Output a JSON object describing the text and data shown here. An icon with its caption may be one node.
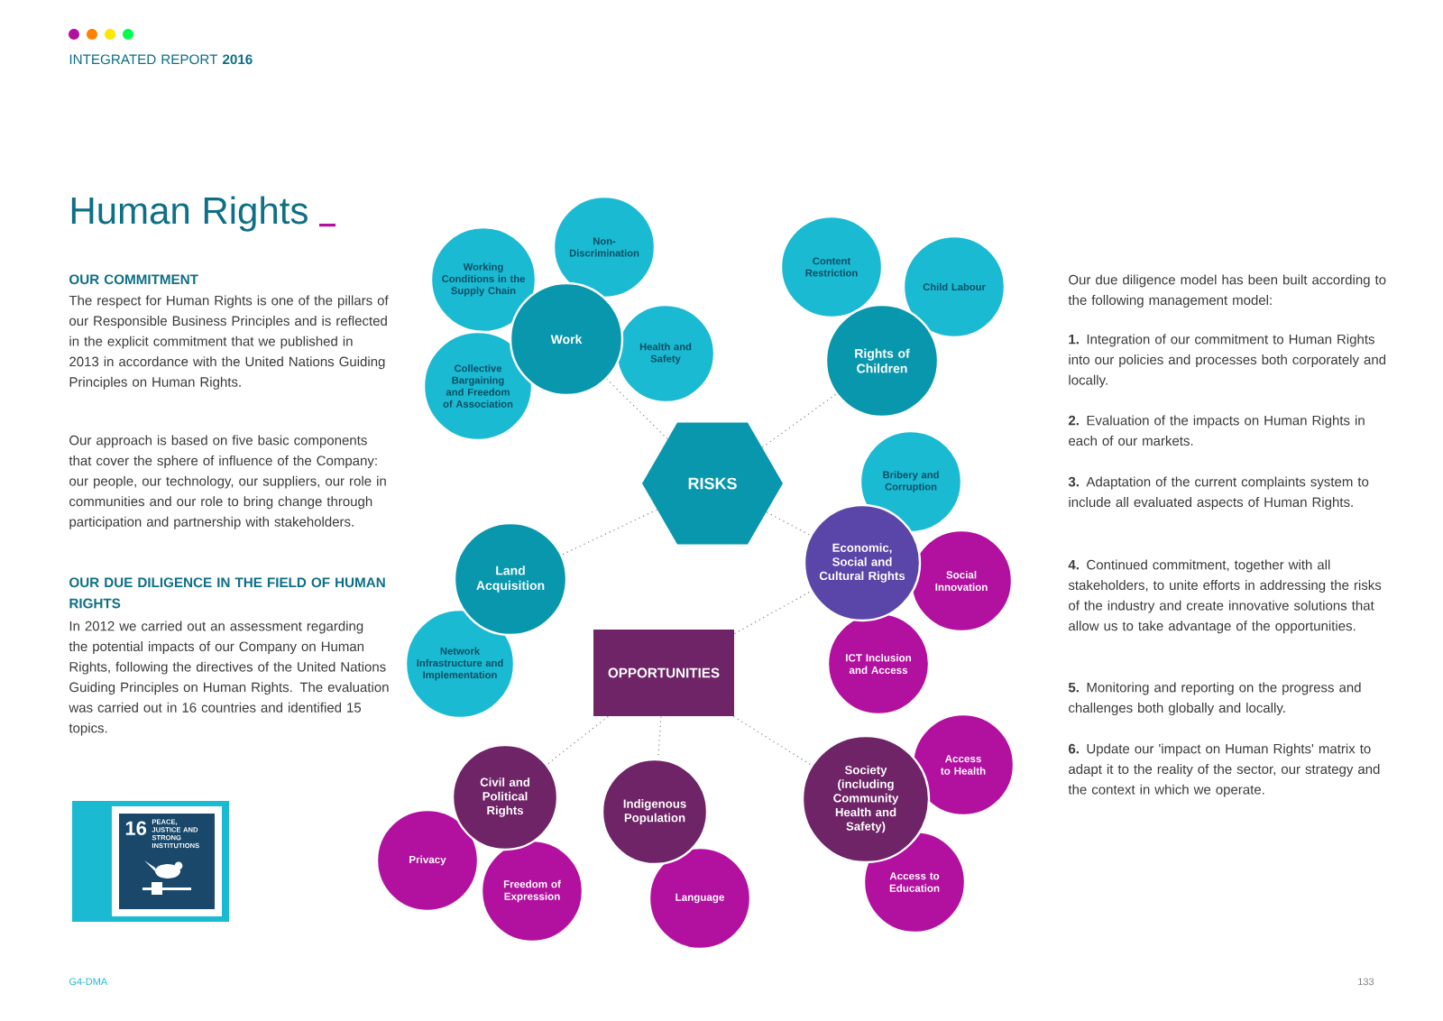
{
  "diagram": {
    "title": "Human Rights",
    "nodes": [
      {
        "text": [
          "Work"
        ]
      },
      {
        "text": [
          "Working Conditions in the Supply Chain"
        ]
      },
      {
        "text": [
          "Non-Discrimination"
        ]
      },
      {
        "text": [
          "Health and Safety"
        ]
      },
      {
        "text": [
          "Collective Bargaining and Freedom of Association"
        ]
      },
      {
        "text": [
          "Rights of Children"
        ]
      },
      {
        "text": [
          "Content Restriction"
        ]
      },
      {
        "text": [
          "Child Labour"
        ]
      },
      {
        "text": [
          "RISKS"
        ]
      },
      {
        "text": [
          "Bribery and Corruption"
        ]
      },
      {
        "text": [
          "Land Acquisition"
        ]
      },
      {
        "text": [
          "Network Infrastructure and Implementation"
        ]
      },
      {
        "text": [
          "Economic, Social and Cultural Rights"
        ]
      },
      {
        "text": [
          "Social Innovation"
        ]
      },
      {
        "text": [
          "ICT Inclusion and Access"
        ]
      },
      {
        "text": [
          "OPPORTUNITIES"
        ]
      },
      {
        "text": [
          "Civil and Political Rights"
        ]
      },
      {
        "text": [
          "Privacy"
        ]
      },
      {
        "text": [
          "Freedom of Expression"
        ]
      },
      {
        "text": [
          "Indigenous Population"
        ]
      },
      {
        "text": [
          "Language"
        ]
      },
      {
        "text": [
          "Society (including Community Health and Safety)"
        ]
      },
      {
        "text": [
          "Access to Health"
        ]
      },
      {
        "text": [
          "Access to Education"
        ]
      }
    ],
    "edges": [
      {
        "from": 8,
        "to": 0,
        "arrow": "none"
      },
      {
        "from": 8,
        "to": 5,
        "arrow": "none"
      },
      {
        "from": 8,
        "to": 10,
        "arrow": "none"
      },
      {
        "from": 8,
        "to": 12,
        "arrow": "none"
      },
      {
        "from": 15,
        "to": 12,
        "arrow": "none"
      },
      {
        "from": 15,
        "to": 16,
        "arrow": "none"
      },
      {
        "from": 15,
        "to": 19,
        "arrow": "none"
      },
      {
        "from": 15,
        "to": 21,
        "arrow": "none"
      }
    ],
    "labels": [
      "INTEGRATED REPORT **2016**",
      "OUR COMMITMENT",
      "The respect for Human Rights is one of the pillars of our Responsible Business Principles and is reflected in the explicit commitment that we published in 2013 in accordance with the United Nations Guiding Principles on Human Rights.",
      "Our approach is based on five basic components that cover the sphere of influence of the Company: our people, our technology, our suppliers, our role in communities and our role to bring change through participation and partnership with stakeholders.",
      "OUR DUE DILIGENCE IN THE FIELD OF HUMAN RIGHTS",
      "In 2012 we carried out an assessment regarding the potential impacts of our Company on Human Rights, following the directives of the United Nations Guiding Principles on Human Rights. The evaluation was carried out in 16 countries and identified 15 topics.",
      "Our due diligence model has been built according to the following management model:",
      "**1.** Integration of our commitment to Human Rights into our policies and processes both corporately and locally.",
      "**2.** Evaluation of the impacts on Human Rights in each of our markets.",
      "**3.** Adaptation of the current complaints system to include all evaluated aspects of Human Rights.",
      "**4.** Continued commitment, together with all stakeholders, to unite efforts in addressing the risks of the industry and create innovative solutions that allow us to take advantage of the opportunities.",
      "**5.** Monitoring and reporting on the progress and challenges both globally and locally.",
      "**6.** Update our 'impact on Human Rights' matrix to adapt it to the reality of the sector, our strategy and the context in which we operate.",
      "16",
      "PEACE, JUSTICE AND STRONG INSTITUTIONS",
      "G4-DMA",
      "133"
    ]
  }
}
